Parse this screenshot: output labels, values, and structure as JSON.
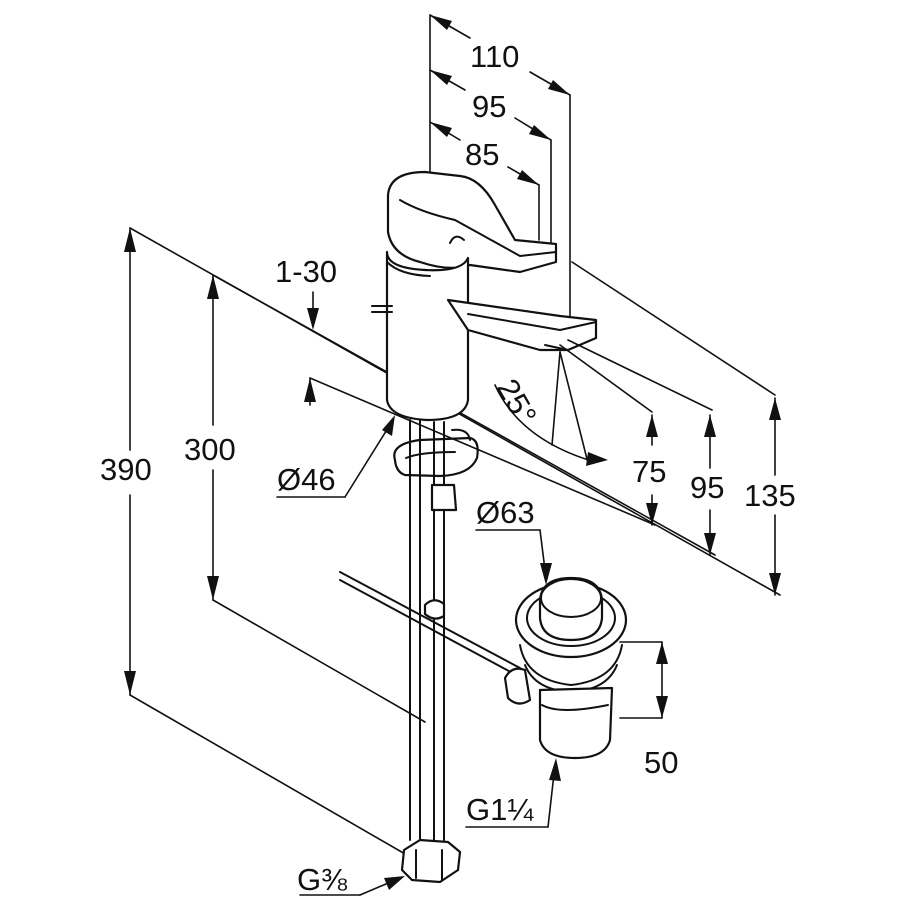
{
  "dimensions": {
    "width_110": "110",
    "width_95": "95",
    "width_85": "85",
    "range_1_30": "1-30",
    "height_390": "390",
    "height_300": "300",
    "diameter_46": "Ø46",
    "angle_25": "25°",
    "height_75": "75",
    "height_95": "95",
    "height_135": "135",
    "diameter_63": "Ø63",
    "height_50": "50",
    "thread_g1_1_4": "G1¼",
    "thread_g3_8": "G⅜"
  },
  "colors": {
    "line": "#111111",
    "background": "#ffffff"
  }
}
